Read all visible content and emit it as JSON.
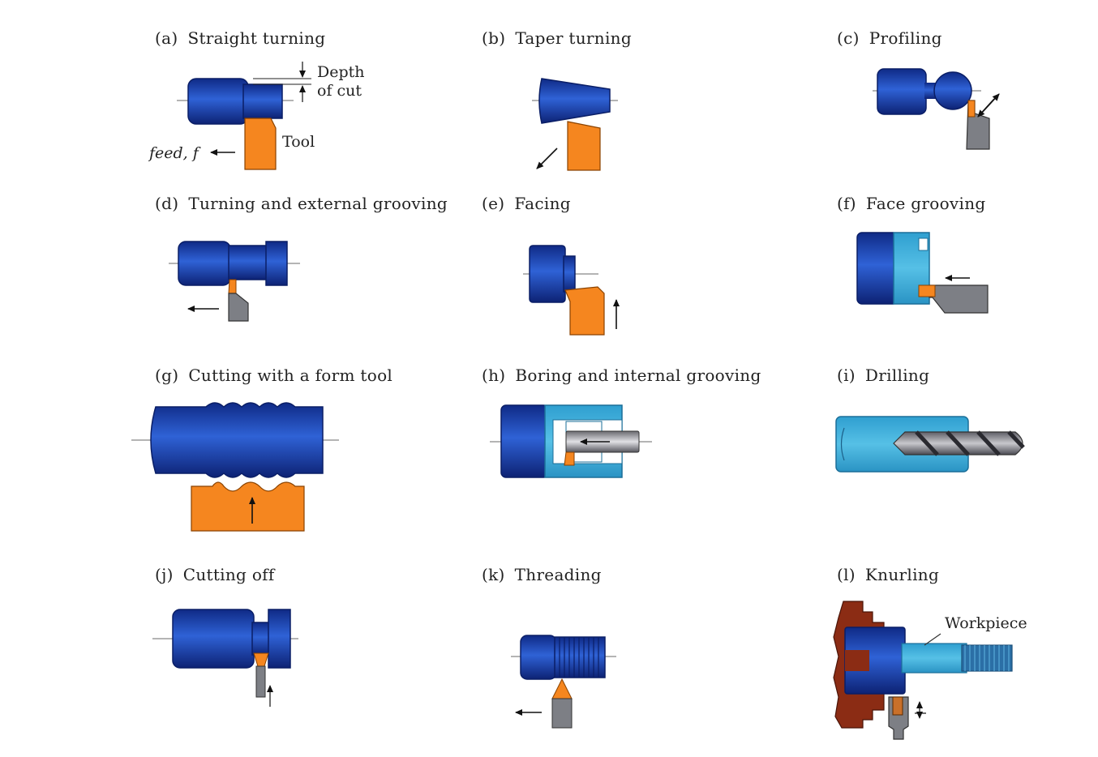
{
  "panels": [
    {
      "tag": "(a)",
      "title": "Straight  turning"
    },
    {
      "tag": "(b)",
      "title": "Taper  turning"
    },
    {
      "tag": "(c)",
      "title": "Profiling"
    },
    {
      "tag": "(d)",
      "title": "Turning  and  external  grooving"
    },
    {
      "tag": "(e)",
      "title": "Facing"
    },
    {
      "tag": "(f)",
      "title": "Face  grooving"
    },
    {
      "tag": "(g)",
      "title": "Cutting  with  a  form  tool"
    },
    {
      "tag": "(h)",
      "title": "Boring  and  internal  grooving"
    },
    {
      "tag": "(i)",
      "title": "Drilling"
    },
    {
      "tag": "(j)",
      "title": "Cutting  off"
    },
    {
      "tag": "(k)",
      "title": "Threading"
    },
    {
      "tag": "(l)",
      "title": "Knurling"
    }
  ],
  "labels": {
    "depth_line1": "Depth",
    "depth_line2": "of  cut",
    "tool": "Tool",
    "feed": "feed,  f",
    "workpiece": "Workpiece"
  },
  "colors": {
    "workpiece_blue": "#1a3fb0",
    "workpiece_light": "#3aa9d4",
    "tool_orange": "#f5861f",
    "tool_gray": "#7d7f85",
    "chuck_brown": "#8b2c14"
  }
}
